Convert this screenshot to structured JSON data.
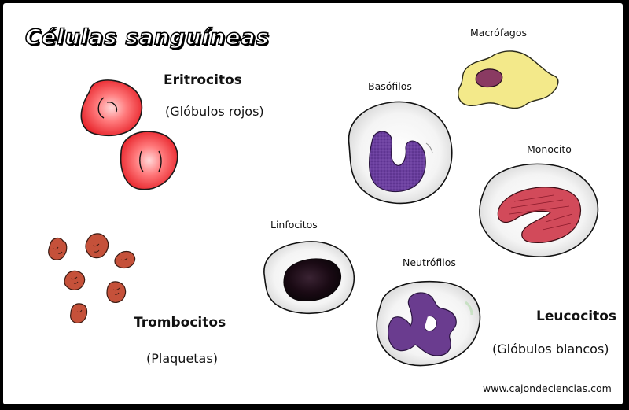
{
  "title": "Células sanguíneas",
  "labels": {
    "eritrocitos": "Eritrocitos",
    "globulos_rojos": "(Glóbulos rojos)",
    "trombocitos": "Trombocitos",
    "plaquetas": "(Plaquetas)",
    "leucocitos": "Leucocitos",
    "globulos_blancos": "(Glóbulos blancos)",
    "macrofagos": "Macrófagos",
    "basofilos": "Basófilos",
    "monocito": "Monocito",
    "linfocitos": "Linfocitos",
    "neutrofilos": "Neutrófilos"
  },
  "footer": {
    "url": "www.cajondeciencias.com"
  },
  "colors": {
    "frame": "#000000",
    "background": "#ffffff",
    "erythrocyte": "#f0393d",
    "platelet": "#c5513a",
    "macrophage": "#f3e98a",
    "basophil_nucleus": "#6a3f9e",
    "monocyte_nucleus": "#d24a5a",
    "lymphocyte_nucleus": "#2a1020",
    "neutrophil_nucleus": "#6a3c8f"
  }
}
